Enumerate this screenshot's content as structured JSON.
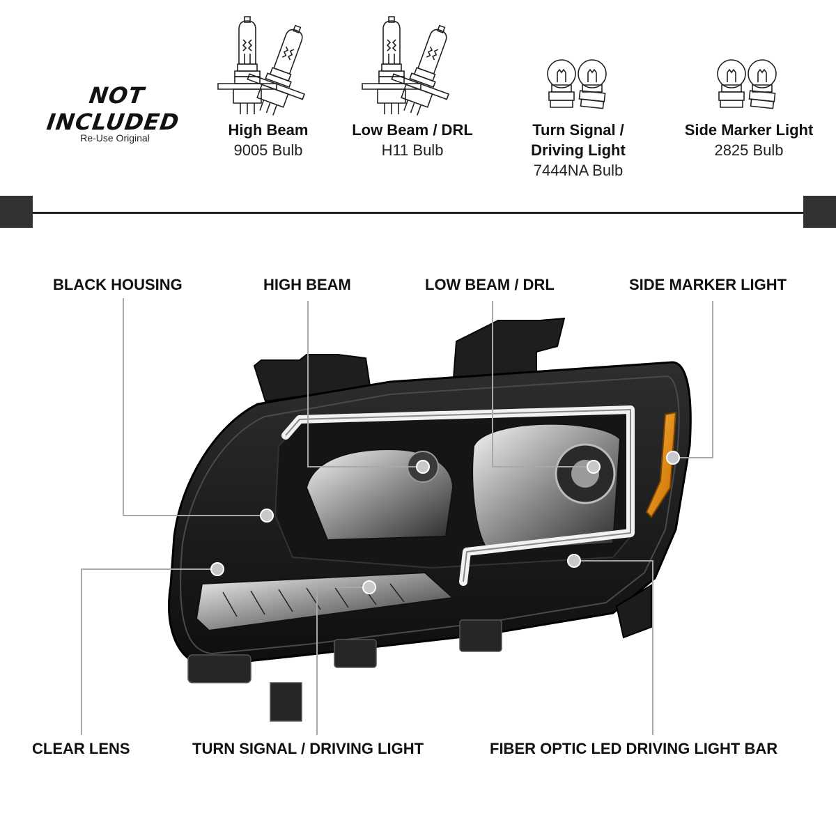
{
  "not_included": {
    "title": "NOT INCLUDED",
    "subtitle": "Re-Use Original"
  },
  "bulbs": [
    {
      "name": "High Beam",
      "part": "9005 Bulb",
      "icon": "halogen-bulb-icon"
    },
    {
      "name": "Low Beam / DRL",
      "part": "H11 Bulb",
      "icon": "halogen-bulb-icon"
    },
    {
      "name": "Turn Signal / Driving Light",
      "name_line1": "Turn Signal /",
      "name_line2": "Driving Light",
      "part": "7444NA Bulb",
      "icon": "wedge-bulb-icon"
    },
    {
      "name": "Side Marker Light",
      "part": "2825 Bulb",
      "icon": "wedge-bulb-icon"
    }
  ],
  "callouts": {
    "black_housing": "BLACK HOUSING",
    "high_beam": "HIGH BEAM",
    "low_beam_drl": "LOW BEAM / DRL",
    "side_marker_light": "SIDE MARKER LIGHT",
    "clear_lens": "CLEAR LENS",
    "turn_signal_driving_light": "TURN SIGNAL / DRIVING LIGHT",
    "fiber_optic_bar": "FIBER OPTIC LED DRIVING LIGHT BAR"
  },
  "colors": {
    "text": "#111111",
    "leader_line": "#a8a8a8",
    "housing": "#1a1a1a",
    "amber_marker": "#e8900c",
    "led_bar": "#f2f2f2"
  }
}
